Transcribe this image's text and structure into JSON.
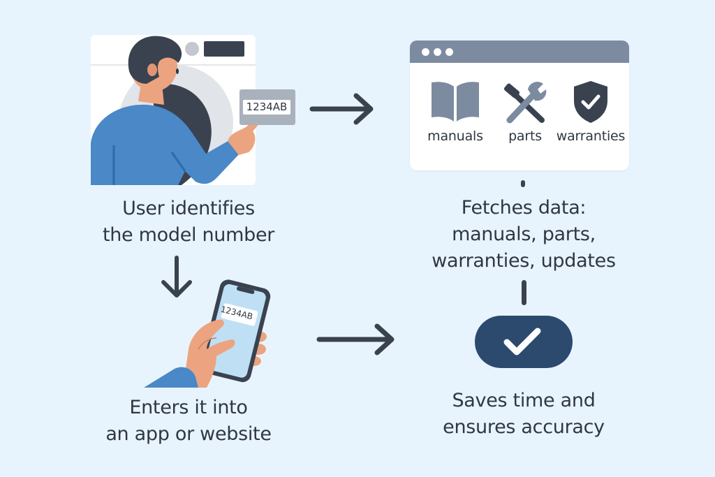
{
  "theme": {
    "background": "#e8f4fd",
    "text": "#2f3742",
    "accent_navy": "#2c4a6e",
    "shirt_blue": "#4a88c7",
    "icon_gray": "#7c8ba0",
    "icon_dark": "#3a4250",
    "skin": "#eba47f"
  },
  "steps": [
    {
      "id": "identify",
      "caption_lines": [
        "User identifies",
        "the model number"
      ],
      "illustration": "person-at-washing-machine",
      "model_label": "1234AB"
    },
    {
      "id": "enter",
      "caption_lines": [
        "Enters it into",
        "an app or website"
      ],
      "illustration": "hand-holding-phone",
      "model_label": "1234AB"
    },
    {
      "id": "fetch",
      "caption_lines": [
        "Fetches data:",
        "manuals, parts,",
        "warranties, updates"
      ],
      "illustration": "browser-window",
      "resources": [
        {
          "label": "manuals",
          "icon": "book-icon"
        },
        {
          "label": "parts",
          "icon": "tools-icon"
        },
        {
          "label": "warranties",
          "icon": "shield-check-icon"
        }
      ]
    },
    {
      "id": "result",
      "caption_lines": [
        "Saves time and",
        "ensures accuracy"
      ],
      "illustration": "checkmark-badge"
    }
  ],
  "connectors": [
    {
      "from": "identify",
      "to": "fetch",
      "icon": "arrow-right-icon"
    },
    {
      "from": "identify",
      "to": "enter",
      "icon": "arrow-down-icon"
    },
    {
      "from": "enter",
      "to": "result",
      "icon": "arrow-right-icon"
    },
    {
      "from": "fetch",
      "to": "result",
      "icon": "connector-line"
    }
  ]
}
